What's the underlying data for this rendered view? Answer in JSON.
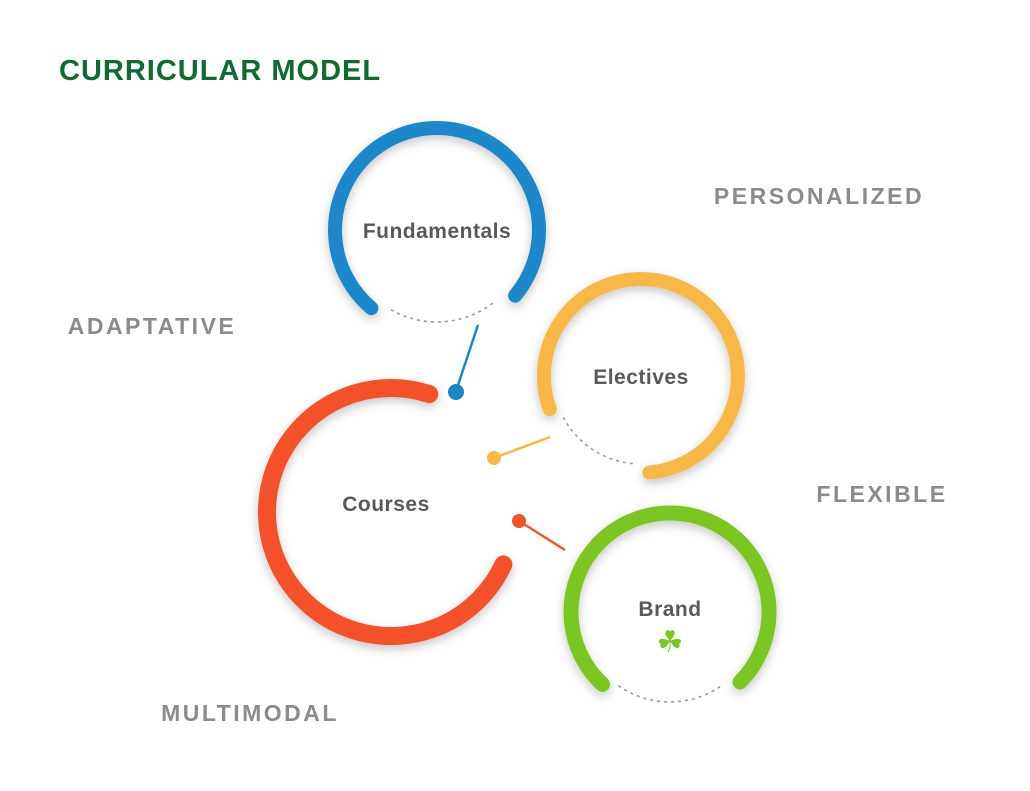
{
  "title": "CURRICULAR MODEL",
  "outer_labels": {
    "personalized": "PERSONALIZED",
    "adaptative": "ADAPTATIVE",
    "flexible": "FLEXIBLE",
    "multimodal": "MULTIMODAL"
  },
  "circles": {
    "fundamentals": {
      "label": "Fundamentals",
      "color": "#1a87c9"
    },
    "electives": {
      "label": "Electives",
      "color": "#f7b844"
    },
    "courses": {
      "label": "Courses",
      "color": "#f4512c"
    },
    "brand": {
      "label": "Brand",
      "color": "#7cc623",
      "icon": "shamrock-icon",
      "icon_glyph": "☘"
    }
  },
  "colors": {
    "title": "#0e6b32",
    "outer_label": "#8b8b8b",
    "inner_label": "#595959",
    "dashed_line": "#9c9c9c"
  }
}
